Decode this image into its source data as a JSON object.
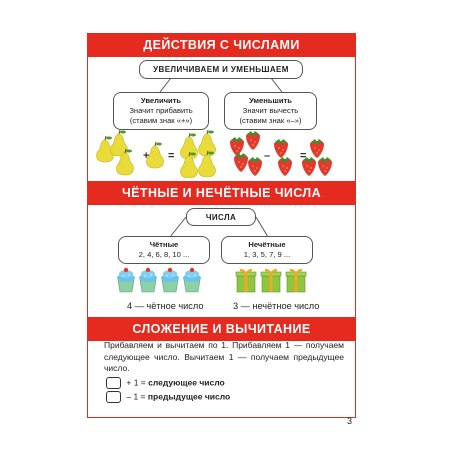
{
  "section1": {
    "title": "ДЕЙСТВИЯ С ЧИСЛАМИ",
    "top_box": "УВЕЛИЧИВАЕМ И УМЕНЬШАЕМ",
    "left": {
      "title": "Увеличить",
      "line1": "Значит прибавить",
      "line2": "(ставим знак «+»)"
    },
    "right": {
      "title": "Уменьшить",
      "line1": "Значит вычесть",
      "line2": "(ставим знак «–»)"
    },
    "plus": "+",
    "minus": "–",
    "equals1": "=",
    "equals2": "="
  },
  "section2": {
    "title": "ЧЁТНЫЕ И НЕЧЁТНЫЕ ЧИСЛА",
    "top_box": "ЧИСЛА",
    "left": {
      "title": "Чётные",
      "line1": "2, 4, 6, 8, 10 ..."
    },
    "right": {
      "title": "Нечётные",
      "line1": "1, 3, 5, 7, 9 ..."
    },
    "left_caption": "4 — чётное число",
    "right_caption": "3 — нечётное число"
  },
  "section3": {
    "title": "СЛОЖЕНИЕ И ВЫЧИТАНИЕ",
    "paragraph": "Прибавляем и вычитаем по 1. Прибавляем 1 — получаем следующее число. Вычитаем 1 — получаем предыдущее число.",
    "rule1_expr": "+ 1 =",
    "rule1_text": "следующее число",
    "rule2_expr": "– 1 =",
    "rule2_text": "предыдущее число"
  },
  "page_number": "3",
  "colors": {
    "accent_red": "#e52a1f",
    "pear": "#e9dc3a",
    "strawberry": "#e23a2f",
    "cupcake_cream": "#6cc3e8",
    "gift_box": "#8dc63f"
  },
  "icons": [
    "pear-icon",
    "strawberry-icon",
    "cupcake-icon",
    "gift-box-icon"
  ]
}
